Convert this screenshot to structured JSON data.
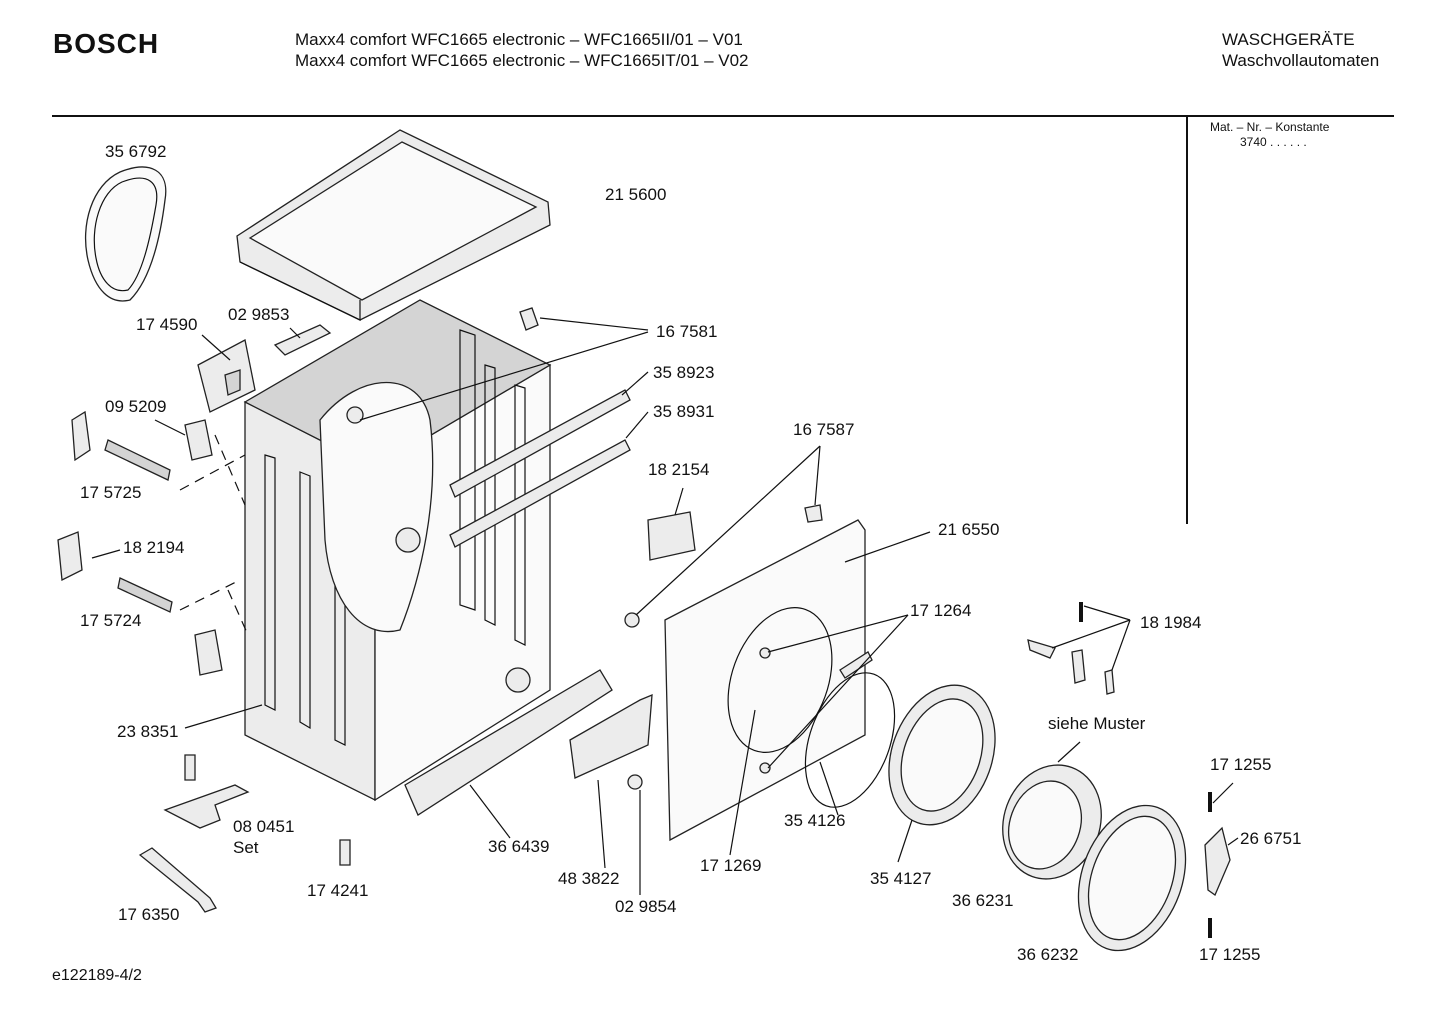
{
  "header": {
    "brand": "BOSCH",
    "model_line_1": "Maxx4 comfort WFC1665 electronic  – WFC1665II/01 – V01",
    "model_line_2": "Maxx4 comfort WFC1665 electronic – WFC1665IT/01 – V02",
    "category_1": "WASCHGERÄTE",
    "category_2": "Waschvollautomaten"
  },
  "material": {
    "label": "Mat. – Nr. – Konstante",
    "value": "3740 .  .  .  .  .  ."
  },
  "labels": [
    "35 6792",
    "21 5600",
    "17 4590",
    "02 9853",
    "16 7581",
    "35 8923",
    "35 8931",
    "09 5209",
    "17 5725",
    "16 7587",
    "18 2154",
    "21 6550",
    "18 2194",
    "17 1264",
    "18 1984",
    "17 5724",
    "siehe Muster",
    "23 8351",
    "17 1255",
    "26 6751",
    "08 0451",
    "Set",
    "36 6439",
    "35 4126",
    "48 3822",
    "17 1269",
    "35 4127",
    "17 4241",
    "02 9854",
    "36 6231",
    "17 6350",
    "36 6232",
    "17 1255"
  ],
  "footer": "e122189-4/2"
}
